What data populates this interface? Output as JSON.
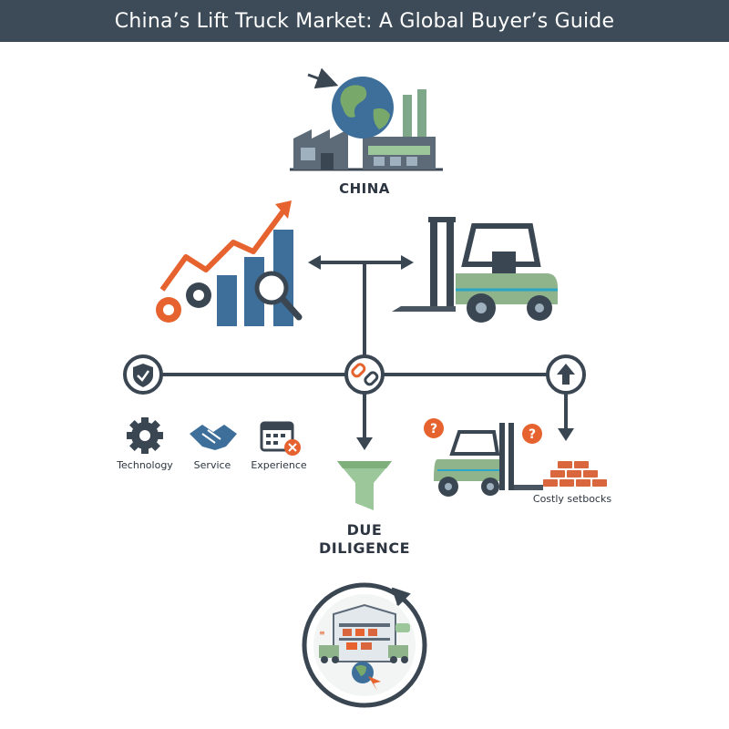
{
  "title": "China’s Lift Truck Market: A Global Buyer’s Guide",
  "china_label": "CHINA",
  "factors": [
    "Technology",
    "Service",
    "Experience"
  ],
  "setbacks_label": "Costly setbocks",
  "due_diligence": {
    "line1": "DUE",
    "line2": "DILIGENCE"
  },
  "icons": {
    "globe": "globe-icon",
    "factory": "factory-icon",
    "growth": "growth-chart-icon",
    "forklift": "forklift-icon",
    "shield": "shield-check-icon",
    "link": "broken-link-icon",
    "up": "up-arrow-icon",
    "gear": "gear-icon",
    "handshake": "handshake-icon",
    "calendar": "calendar-icon",
    "question": "question-icon",
    "bricks": "bricks-icon",
    "funnel": "funnel-icon",
    "warehouse": "warehouse-cycle-icon"
  },
  "colors": {
    "title_bg": "#3c4b57",
    "line": "#3b4653",
    "accent_orange": "#e6632f",
    "forklift_green": "#8fb38a",
    "globe_blue": "#3d6f9a",
    "funnel_green": "#9cc79a",
    "brick": "#d9663c"
  }
}
